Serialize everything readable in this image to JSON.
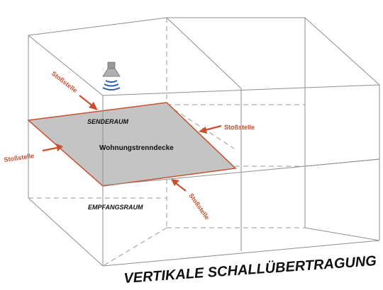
{
  "diagram": {
    "title": "VERTIKALE SCHALLÜBERTRAGUNG",
    "labels": {
      "sender_room": "SENDERAUM",
      "receiver_room": "EMPFANGSRAUM",
      "separating_floor": "Wohnungstrenndecke",
      "junction": "Stoßstelle"
    },
    "colors": {
      "accent": "#c8502e",
      "slab_fill": "#c4c4c4",
      "edge": "#8f8f8f",
      "speaker_waves": "#2f5fa8"
    },
    "icons": [
      "speaker-icon"
    ]
  }
}
